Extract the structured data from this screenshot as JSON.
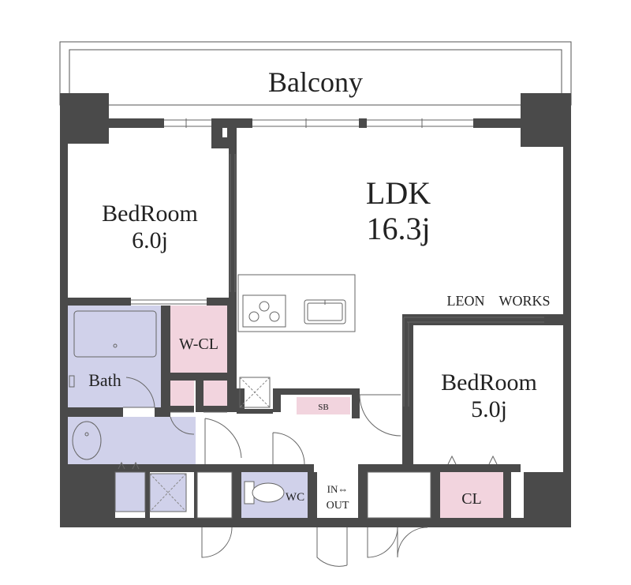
{
  "rooms": {
    "balcony": "Balcony",
    "ldk_name": "LDK",
    "ldk_size": "16.3j",
    "bedroom1_name": "BedRoom",
    "bedroom1_size": "6.0j",
    "bedroom2_name": "BedRoom",
    "bedroom2_size": "5.0j",
    "wcl": "W-CL",
    "bath": "Bath",
    "sb": "SB",
    "wc": "WC",
    "cl": "CL",
    "entry_in": "IN⇔",
    "entry_out": "OUT"
  },
  "brand": "LEON　WORKS",
  "colors": {
    "wall": "#4a4a4a",
    "bath": "#d0d1ea",
    "closet": "#f2d4de",
    "line": "#555555",
    "background": "#ffffff"
  }
}
